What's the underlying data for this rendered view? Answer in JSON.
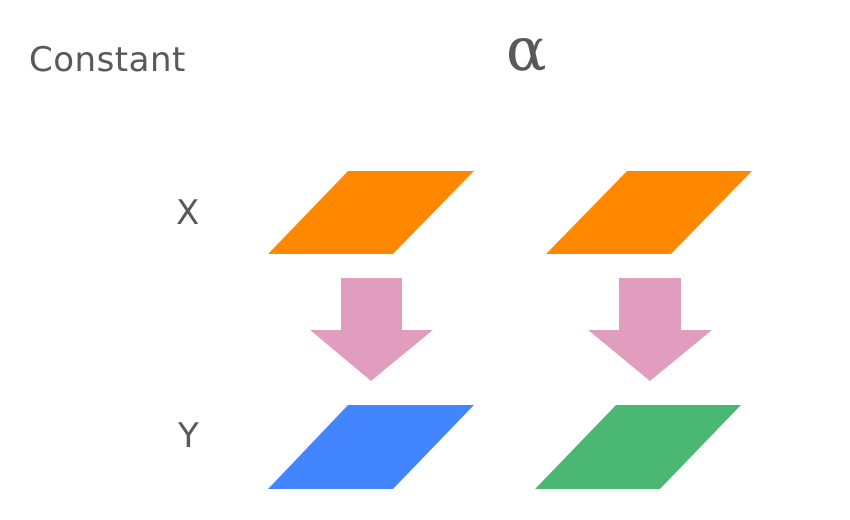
{
  "labels": {
    "constant": "Constant",
    "alpha": "α",
    "x": "X",
    "y": "Y"
  },
  "colors": {
    "x_shape": "#ff8800",
    "arrow": "#e09dbd",
    "y_shape_left": "#4285ff",
    "y_shape_right": "#4ab873",
    "text": "#595959"
  },
  "columns": [
    {
      "x_color": "#ff8800",
      "y_color": "#4285ff"
    },
    {
      "x_color": "#ff8800",
      "y_color": "#4ab873"
    }
  ]
}
